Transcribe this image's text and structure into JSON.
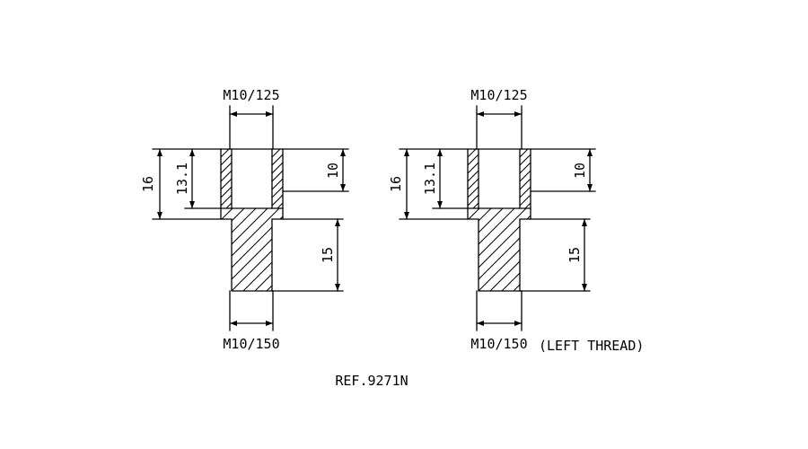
{
  "left_part": {
    "top_thread_label": "M10/125",
    "bottom_thread_label": "M10/150",
    "dim_total_height": "16",
    "dim_counterbore_depth": "13.1",
    "dim_thread_depth": "10",
    "dim_shank_length": "15"
  },
  "right_part": {
    "top_thread_label": "M10/125",
    "bottom_thread_label": "M10/150",
    "bottom_note": "(LEFT THREAD)",
    "dim_total_height": "16",
    "dim_counterbore_depth": "13.1",
    "dim_thread_depth": "10",
    "dim_shank_length": "15"
  },
  "reference": "REF.9271N"
}
